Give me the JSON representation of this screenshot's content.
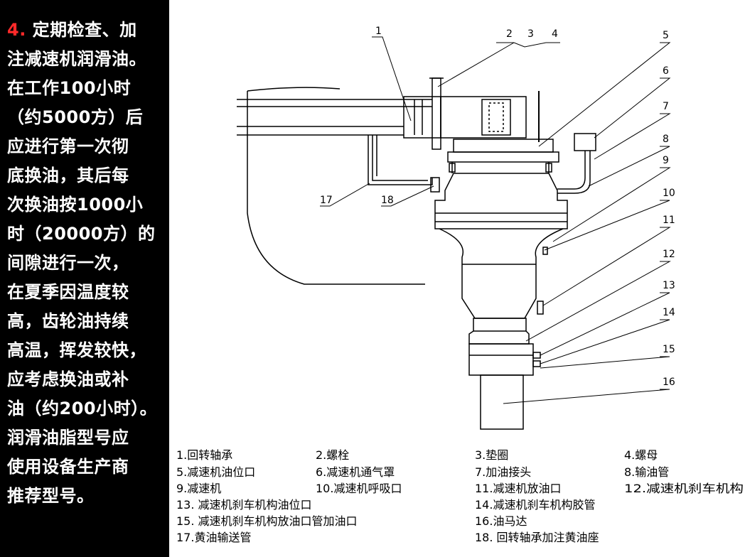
{
  "left_text": {
    "step_number": "4.",
    "body": " 定期检查、加\n注减速机润滑油。\n在工作100小时\n（约5000方）后\n应进行第一次彻\n底换油，其后每\n次换油按1000小\n时（20000方）的\n间隙进行一次，\n在夏季因温度较\n高，齿轮油持续\n高温，挥发较快，\n应考虑换油或补\n油（约200小时）。\n润滑油脂型号应\n使用设备生产商\n推荐型号。"
  },
  "callouts": [
    "1",
    "2",
    "3",
    "4",
    "5",
    "6",
    "7",
    "8",
    "9",
    "10",
    "11",
    "12",
    "13",
    "14",
    "15",
    "16",
    "17",
    "18"
  ],
  "legend": [
    "1.回转轴承",
    "2.螺栓",
    "3.垫圈",
    "4.螺母",
    "5.减速机油位口",
    "6.减速机通气罩",
    "7.加油接头",
    "8.输油管",
    "9.减速机",
    "10.减速机呼吸口",
    "11.减速机放油口",
    "12.减速机刹车机构",
    "13. 减速机刹车机构油位口",
    "14.减速机刹车机构胶管",
    "15. 减速机刹车机构放油口管加油口",
    "16.油马达",
    "17.黄油输送管",
    "18. 回转轴承加注黄油座"
  ],
  "colors": {
    "panel_bg": "#000000",
    "panel_text": "#ffffff",
    "step_number": "#ff2a2a"
  }
}
